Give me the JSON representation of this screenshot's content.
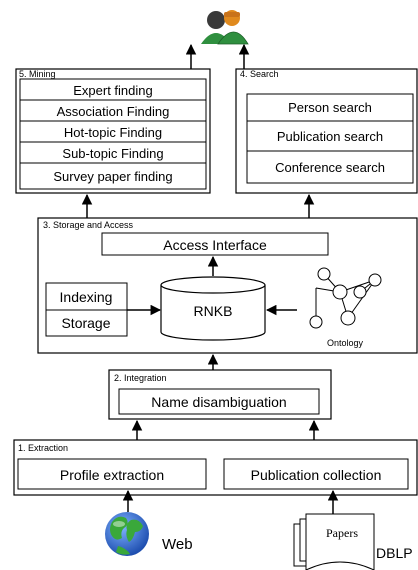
{
  "mining": {
    "title": "5. Mining",
    "items": [
      "Expert finding",
      "Association Finding",
      "Hot-topic Finding",
      "Sub-topic Finding",
      "Survey paper finding"
    ]
  },
  "search": {
    "title": "4. Search",
    "items": [
      "Person search",
      "Publication search",
      "Conference search"
    ]
  },
  "storage": {
    "title": "3. Storage and Access",
    "access_interface": "Access Interface",
    "indexing": "Indexing",
    "storage_label": "Storage",
    "rnkb": "RNKB",
    "ontology": "Ontology"
  },
  "integration": {
    "title": "2. Integration",
    "name_disambiguation": "Name disambiguation"
  },
  "extraction": {
    "title": "1. Extraction",
    "profile_extraction": "Profile extraction",
    "publication_collection": "Publication collection"
  },
  "sources": {
    "web": "Web",
    "papers": "Papers",
    "dblp": "DBLP"
  },
  "icons": {
    "users": "users-icon",
    "globe": "globe-icon",
    "papers": "papers-stack-icon"
  },
  "colors": {
    "line": "#000000",
    "globe_ocean": "#1f5fc7",
    "globe_land": "#3aa83a",
    "user_green": "#2f8f3f",
    "user_orange": "#e08a1e"
  }
}
